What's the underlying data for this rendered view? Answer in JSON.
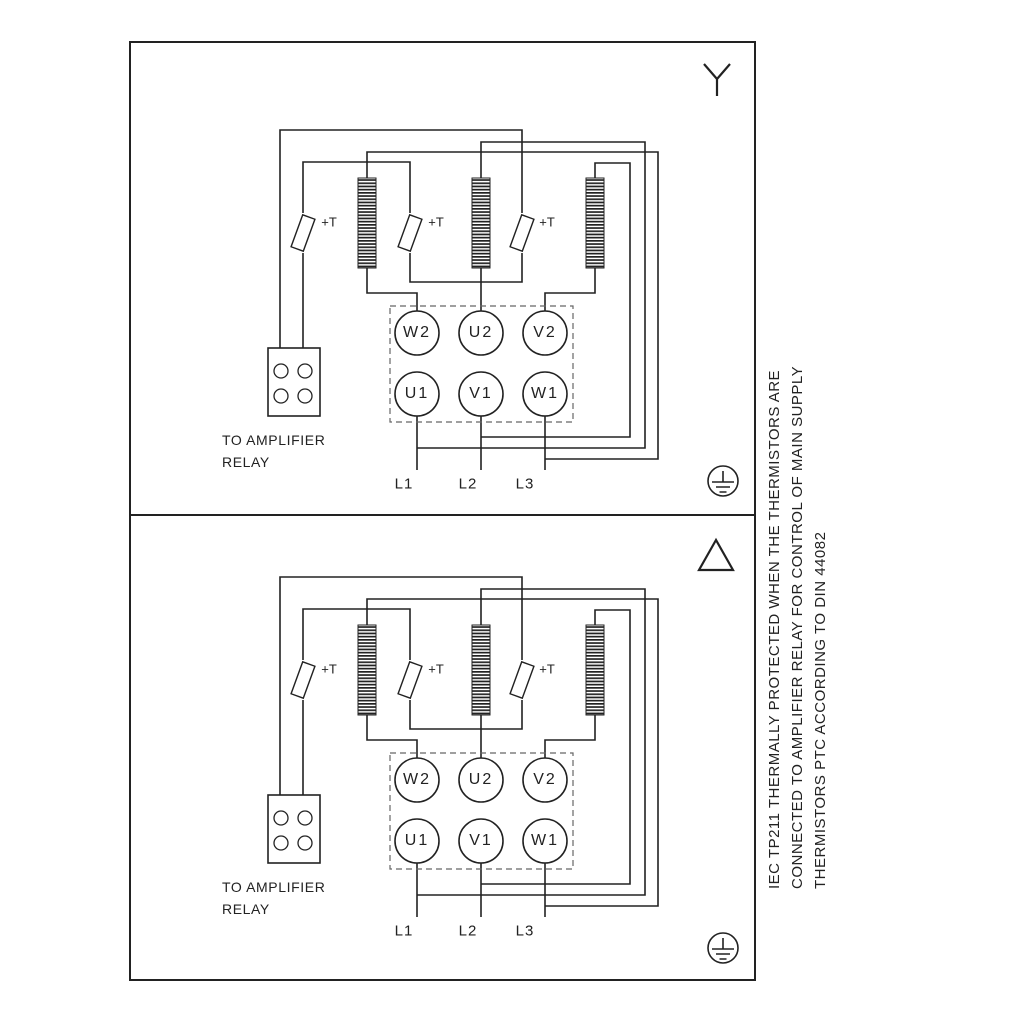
{
  "sheet": {
    "panels": [
      {
        "name": "star-connection",
        "connection_symbol": "wye",
        "terminal_labels": {
          "w2": "W2",
          "u2": "U2",
          "v2": "V2",
          "u1": "U1",
          "v1": "V1",
          "w1": "W1"
        },
        "supply_labels": {
          "l1": "L1",
          "l2": "L2",
          "l3": "L3"
        },
        "thermistor_mark": "+T",
        "relay_note": [
          "TO AMPLIFIER",
          "RELAY"
        ]
      },
      {
        "name": "delta-connection",
        "connection_symbol": "delta",
        "terminal_labels": {
          "w2": "W2",
          "u2": "U2",
          "v2": "V2",
          "u1": "U1",
          "v1": "V1",
          "w1": "W1"
        },
        "supply_labels": {
          "l1": "L1",
          "l2": "L2",
          "l3": "L3"
        },
        "thermistor_mark": "+T",
        "relay_note": [
          "TO AMPLIFIER",
          "RELAY"
        ]
      }
    ],
    "side_note": [
      "IEC TP211 THERMALLY PROTECTED WHEN THE THERMISTORS ARE",
      "CONNECTED TO AMPLIFIER RELAY FOR CONTROL OF MAIN SUPPLY",
      "THERMISTORS PTC ACCORDING TO DIN 44082"
    ],
    "icons": {
      "top_panel": "star-icon",
      "bottom_panel": "delta-icon",
      "earth": "ground-icon"
    },
    "colors": {
      "ink": "#222222",
      "paper": "#ffffff",
      "dash": "#666666"
    }
  }
}
